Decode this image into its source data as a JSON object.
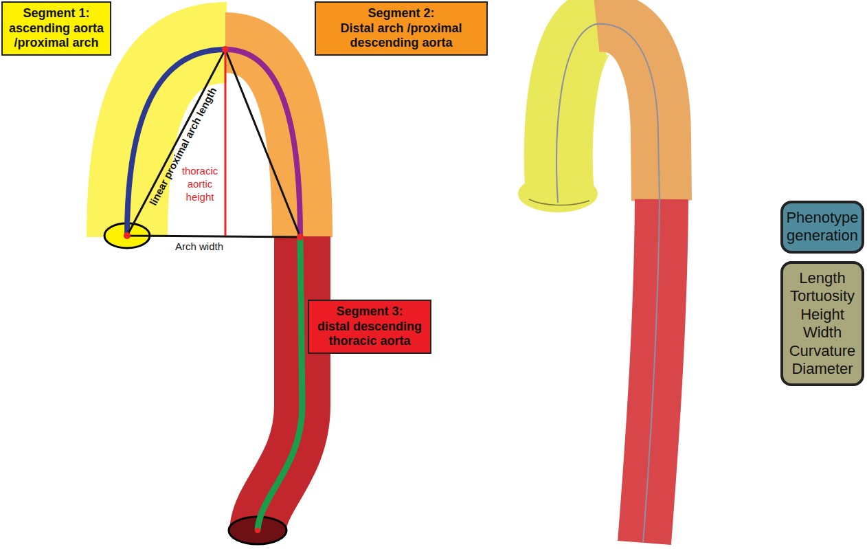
{
  "diagram": {
    "nodes": [
      {
        "text": [
          "Segment 1:",
          "ascending aorta /proximal arch"
        ]
      },
      {
        "text": [
          "Segment 2:",
          "Distal arch /proximal descending aorta"
        ]
      },
      {
        "text": [
          "Segment 3:",
          "distal descending thoracic aorta"
        ]
      },
      {
        "text": [
          "Phenotype generation"
        ]
      },
      {
        "text": [
          "Length",
          "Tortuosity",
          "Height",
          "Width",
          "Curvature",
          "Diameter"
        ]
      }
    ],
    "labels": [
      "linear proximal arch length",
      "thoracic aortic height",
      "Arch width"
    ]
  }
}
